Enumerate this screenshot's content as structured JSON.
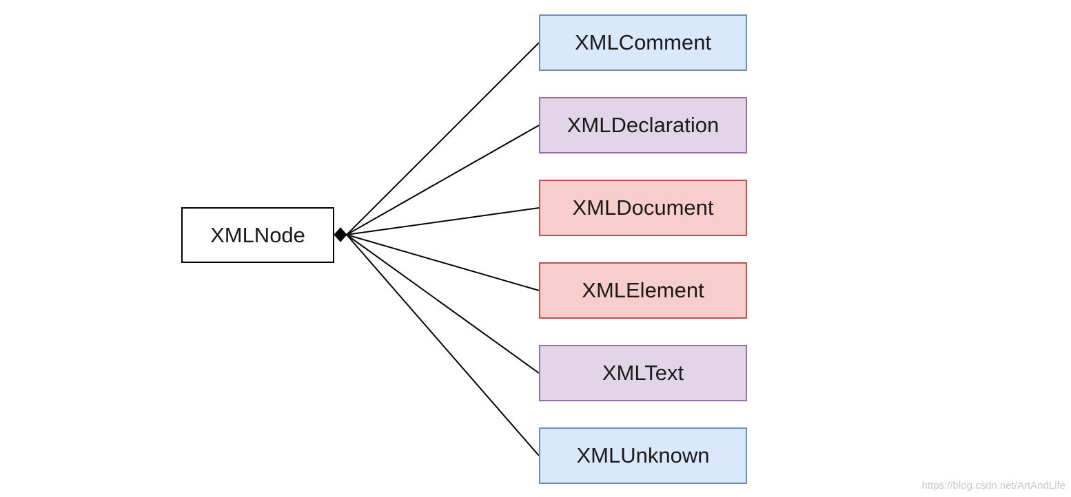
{
  "diagram": {
    "root": {
      "label": "XMLNode",
      "stroke": "#000000",
      "fill": "#ffffff"
    },
    "children": [
      {
        "label": "XMLComment",
        "fill": "#dae8fc",
        "stroke": "#6c8ebf"
      },
      {
        "label": "XMLDeclaration",
        "fill": "#e1d5e7",
        "stroke": "#9673a6"
      },
      {
        "label": "XMLDocument",
        "fill": "#f8cecc",
        "stroke": "#b85450"
      },
      {
        "label": "XMLElement",
        "fill": "#f8cecc",
        "stroke": "#b85450"
      },
      {
        "label": "XMLText",
        "fill": "#e1d5e7",
        "stroke": "#9673a6"
      },
      {
        "label": "XMLUnknown",
        "fill": "#dae8fc",
        "stroke": "#6c8ebf"
      }
    ],
    "connector": {
      "style": "composition",
      "marker": "filled-diamond",
      "color": "#000000"
    }
  },
  "watermark": "https://blog.csdn.net/ArtAndLife"
}
